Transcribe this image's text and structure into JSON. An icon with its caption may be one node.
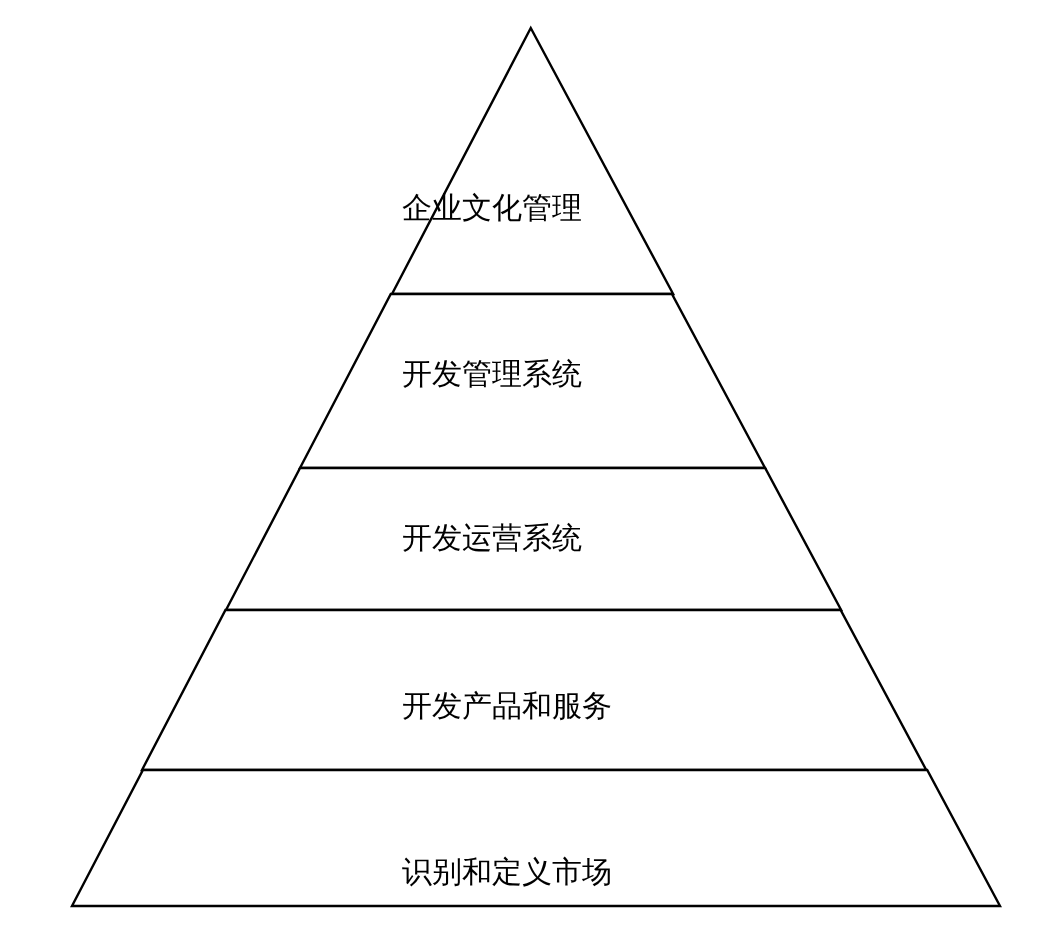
{
  "diagram": {
    "nodes": [
      {
        "text": [
          "企业文化管理"
        ]
      },
      {
        "text": [
          "开发管理系统"
        ]
      },
      {
        "text": [
          "开发运营系统"
        ]
      },
      {
        "text": [
          "开发产品和服务"
        ]
      },
      {
        "text": [
          "识别和定义市场"
        ]
      }
    ]
  }
}
